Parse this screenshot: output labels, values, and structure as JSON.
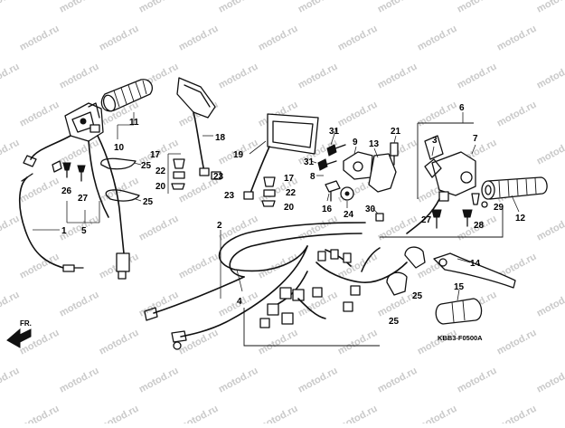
{
  "watermark_text": "motod.ru",
  "diagram_code": "KBB3-F0500A",
  "direction_label": "FR.",
  "callouts": {
    "c1": "1",
    "c2": "2",
    "c3": "3",
    "c4": "4",
    "c5": "5",
    "c6": "6",
    "c7": "7",
    "c8": "8",
    "c9": "9",
    "c10": "10",
    "c11": "11",
    "c12": "12",
    "c13": "13",
    "c14": "14",
    "c15": "15",
    "c16": "16",
    "c17a": "17",
    "c17b": "17",
    "c18": "18",
    "c19": "19",
    "c20a": "20",
    "c20b": "20",
    "c21": "21",
    "c22a": "22",
    "c22b": "22",
    "c23a": "23",
    "c23b": "23",
    "c24": "24",
    "c25a": "25",
    "c25b": "25",
    "c25c": "25",
    "c25d": "25",
    "c26": "26",
    "c27a": "27",
    "c27b": "27",
    "c28": "28",
    "c29": "29",
    "c30": "30",
    "c31a": "31",
    "c31b": "31"
  },
  "colors": {
    "line": "#111111",
    "watermark": "#c9c9c9",
    "background": "#ffffff"
  }
}
